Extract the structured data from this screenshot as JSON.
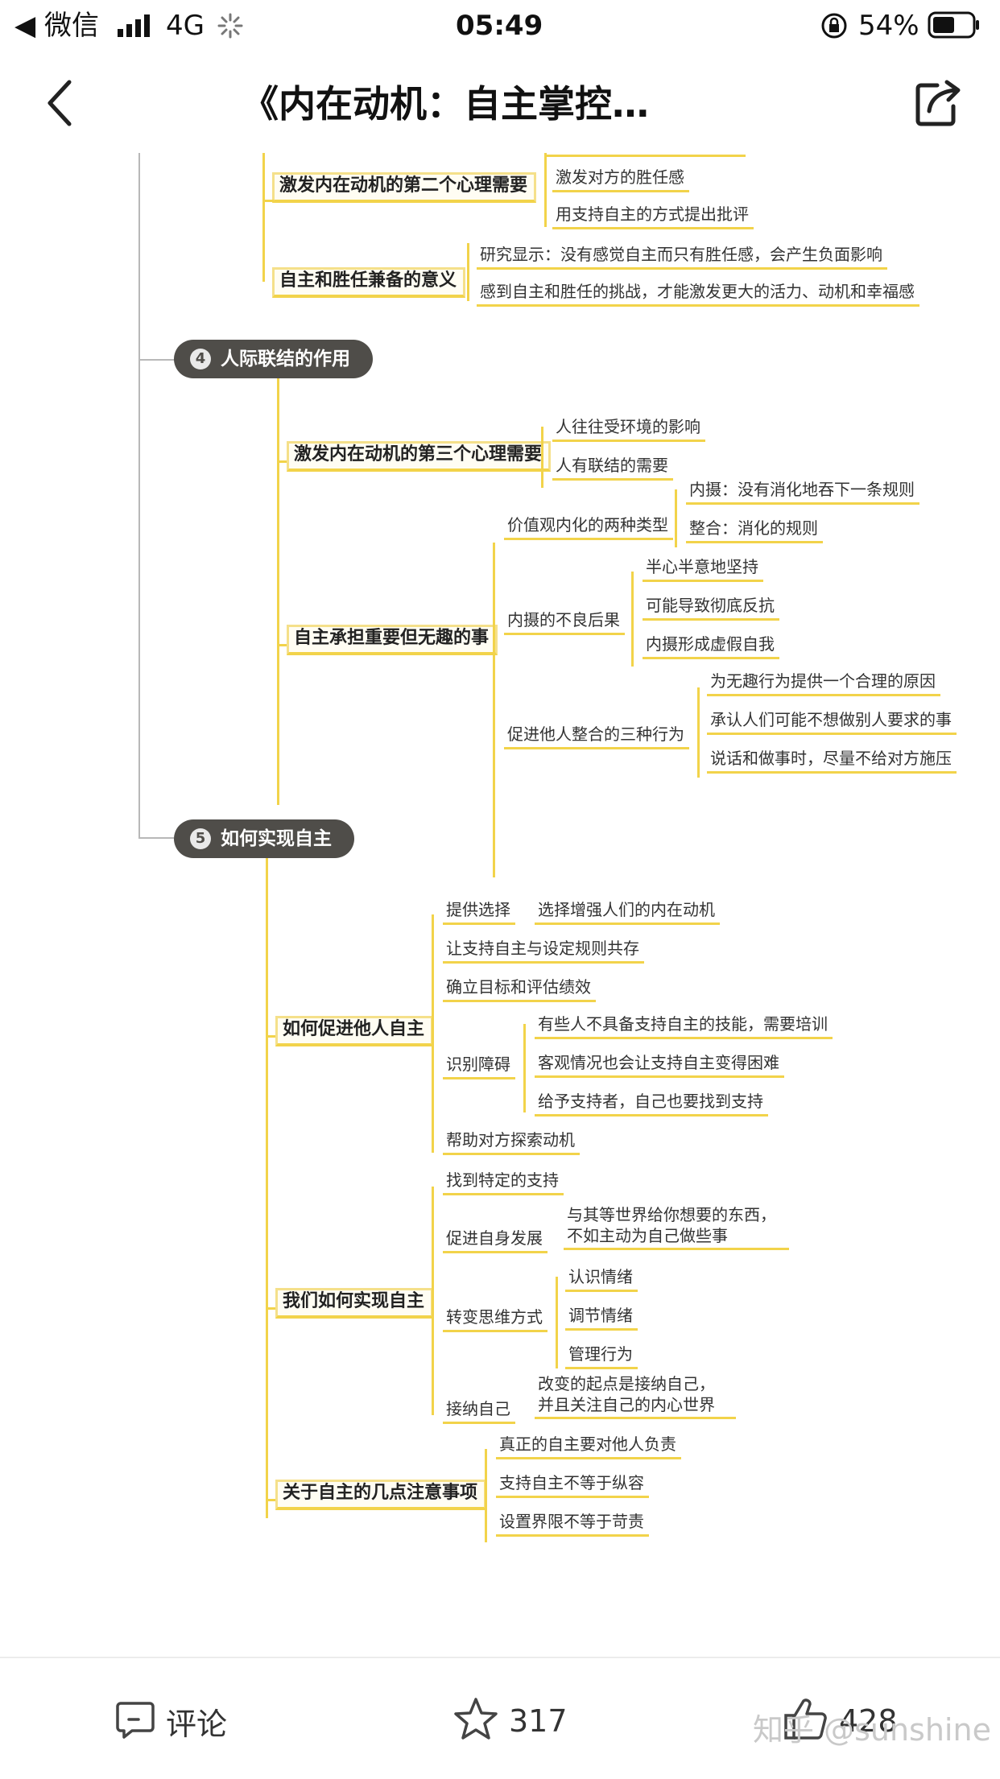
{
  "status_bar": {
    "back_app": "◀ 微信",
    "signal": "4G",
    "time": "05:49",
    "battery": "54%"
  },
  "nav": {
    "title": "《内在动机：自主掌控…"
  },
  "mindmap": {
    "top": {
      "n2": "激发内在动机的第二个心理需要",
      "n2_c1": "激发对方的胜任感",
      "n2_c2": "用支持自主的方式提出批评",
      "n3": "自主和胜任兼备的意义",
      "n3_c1": "研究显示：没有感觉自主而只有胜任感，会产生负面影响",
      "n3_c2": "感到自主和胜任的挑战，才能激发更大的活力、动机和幸福感"
    },
    "s4": {
      "num": "4",
      "title": "人际联结的作用",
      "a": "激发内在动机的第三个心理需要",
      "a_c1": "人往往受环境的影响",
      "a_c2": "人有联结的需要",
      "b": "自主承担重要但无趣的事",
      "b1": "价值观内化的两种类型",
      "b1_c1": "内摄：没有消化地吞下一条规则",
      "b1_c2": "整合：消化的规则",
      "b2": "内摄的不良后果",
      "b2_c1": "半心半意地坚持",
      "b2_c2": "可能导致彻底反抗",
      "b2_c3": "内摄形成虚假自我",
      "b3": "促进他人整合的三种行为",
      "b3_c1": "为无趣行为提供一个合理的原因",
      "b3_c2": "承认人们可能不想做别人要求的事",
      "b3_c3": "说话和做事时，尽量不给对方施压"
    },
    "s5": {
      "num": "5",
      "title": "如何实现自主",
      "a": "如何促进他人自主",
      "a1": "提供选择",
      "a1_c1": "选择增强人们的内在动机",
      "a2": "让支持自主与设定规则共存",
      "a3": "确立目标和评估绩效",
      "a4": "识别障碍",
      "a4_c1": "有些人不具备支持自主的技能，需要培训",
      "a4_c2": "客观情况也会让支持自主变得困难",
      "a4_c3": "给予支持者，自己也要找到支持",
      "a5": "帮助对方探索动机",
      "b": "我们如何实现自主",
      "b1": "找到特定的支持",
      "b2": "促进自身发展",
      "b2_c1": "与其等世界给你想要的东西，\n不如主动为自己做些事",
      "b3": "转变思维方式",
      "b3_c1": "认识情绪",
      "b3_c2": "调节情绪",
      "b3_c3": "管理行为",
      "b4": "接纳自己",
      "b4_c1": "改变的起点是接纳自己，\n并且关注自己的内心世界",
      "c": "关于自主的几点注意事项",
      "c1": "真正的自主要对他人负责",
      "c2": "支持自主不等于纵容",
      "c3": "设置界限不等于苛责"
    }
  },
  "bottom_bar": {
    "comment_label": "评论",
    "favorite_count": "317",
    "like_count": "428",
    "watermark": "知乎 @sunshine"
  },
  "colors": {
    "branch": "#f2d34a",
    "section_pill": "#4f4d49",
    "trunk": "#b8b8b8"
  }
}
